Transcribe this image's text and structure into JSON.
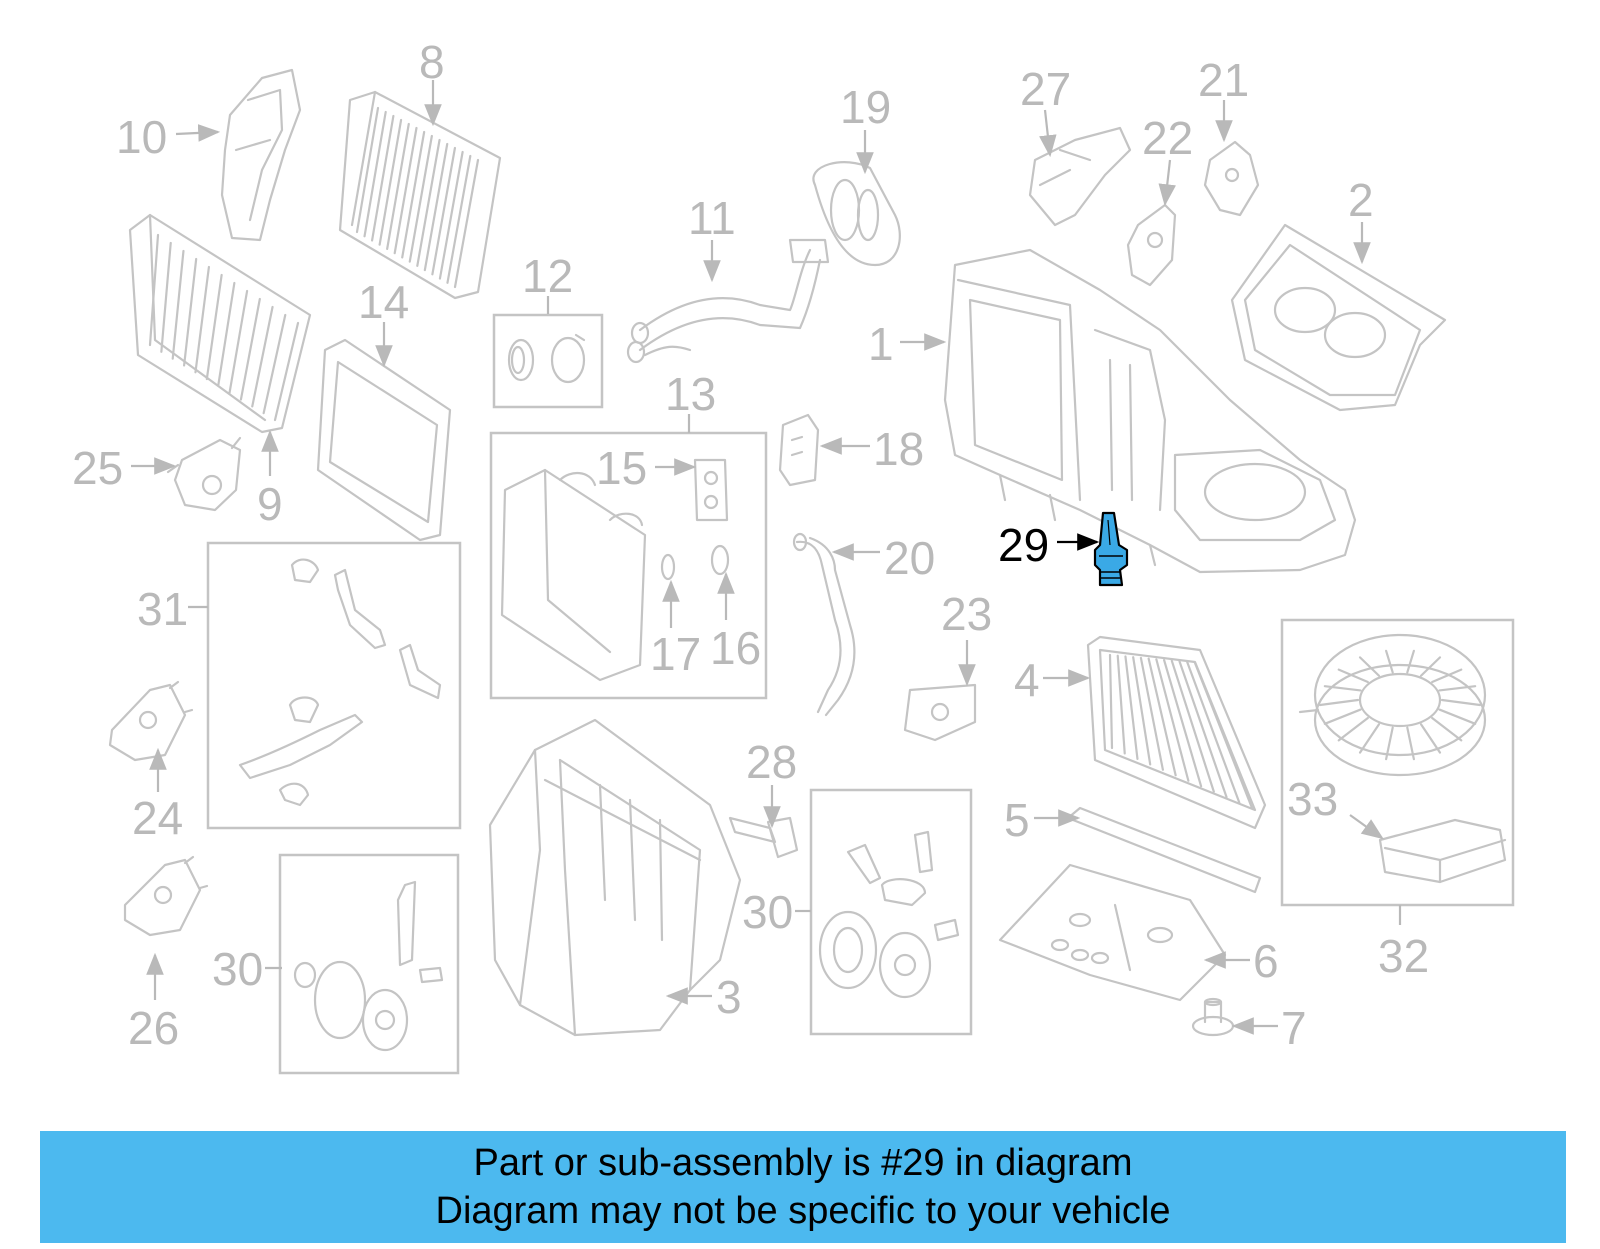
{
  "callouts": {
    "c1": "1",
    "c2": "2",
    "c3": "3",
    "c4": "4",
    "c5": "5",
    "c6": "6",
    "c7": "7",
    "c8": "8",
    "c9": "9",
    "c10": "10",
    "c11": "11",
    "c12": "12",
    "c13": "13",
    "c14": "14",
    "c15": "15",
    "c16": "16",
    "c17": "17",
    "c18": "18",
    "c19": "19",
    "c20": "20",
    "c21": "21",
    "c22": "22",
    "c23": "23",
    "c24": "24",
    "c25": "25",
    "c26": "26",
    "c27": "27",
    "c28": "28",
    "c29": "29",
    "c30a": "30",
    "c30b": "30",
    "c31": "31",
    "c32": "32",
    "c33": "33"
  },
  "highlight": {
    "part": "29",
    "color": "#3aa9e6"
  },
  "banner": {
    "line1": "Part or sub-assembly is #29 in diagram",
    "line2": "Diagram may not be specific to your vehicle",
    "background": "#4cb9ef"
  }
}
